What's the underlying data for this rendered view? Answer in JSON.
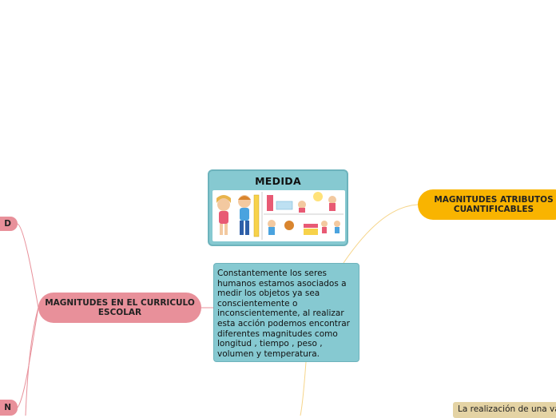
{
  "central": {
    "title": "MEDIDA",
    "image": "children-measuring-illustration"
  },
  "description": "Constantemente los seres humanos estamos asociados a medir los objetos ya sea conscientemente o inconscientemente, al realizar esta acción podemos encontrar diferentes magnitudes como longitud , tiempo , peso , volumen y temperatura.",
  "topics": {
    "curriculo": "MAGNITUDES EN EL CURRICULO ESCOLAR",
    "atributos": "MAGNITUDES ATRIBUTOS CUANTIFICABLES"
  },
  "side_nodes": {
    "top_fragment": "D",
    "bottom_fragment": "N"
  },
  "note": "La realización de una va",
  "colors": {
    "teal": "#86c9d1",
    "pink": "#e8909a",
    "orange": "#f9b400",
    "note": "#e4d3a4"
  }
}
